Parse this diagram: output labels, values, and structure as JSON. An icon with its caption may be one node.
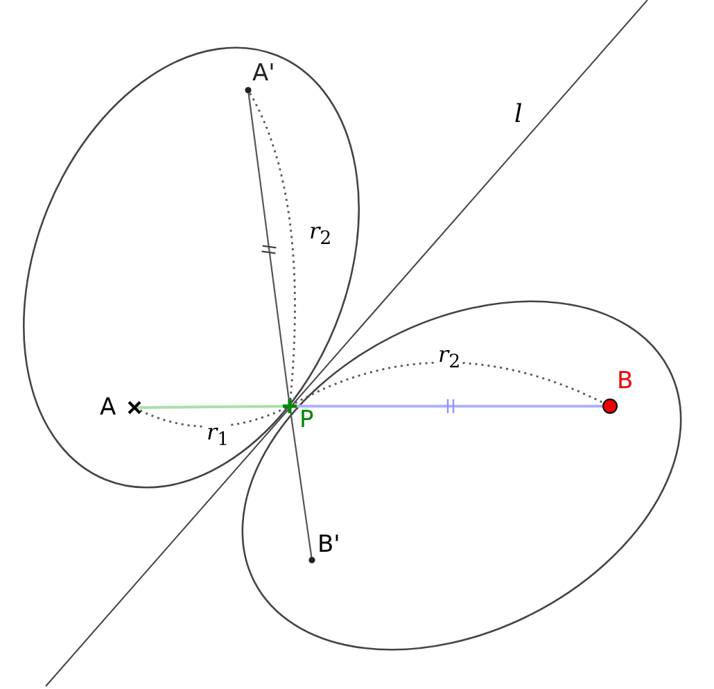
{
  "diagram": {
    "nodes": [
      {
        "text": [
          "A"
        ]
      },
      {
        "text": [
          "P"
        ]
      },
      {
        "text": [
          "B"
        ]
      },
      {
        "text": [
          "A'"
        ]
      },
      {
        "text": [
          "B'"
        ]
      }
    ],
    "edges": [
      {
        "from": 0,
        "to": 1,
        "arrow": "none",
        "color": "#a8e0a8"
      },
      {
        "from": 1,
        "to": 2,
        "arrow": "none",
        "color": "#b0b0ff"
      },
      {
        "from": 3,
        "to": 1,
        "arrow": "none"
      },
      {
        "from": 1,
        "to": 4,
        "arrow": "none"
      },
      {
        "from": 0,
        "to": 1,
        "arrow": "none",
        "style": "dashed",
        "label": "*r*$_{1}$"
      },
      {
        "from": 1,
        "to": 3,
        "arrow": "none",
        "style": "dashed",
        "label": "*r*$_{2}$"
      },
      {
        "from": 1,
        "to": 2,
        "arrow": "none",
        "style": "dashed",
        "label": "*r*$_{2}$"
      }
    ],
    "labels": [
      "*l*"
    ]
  }
}
